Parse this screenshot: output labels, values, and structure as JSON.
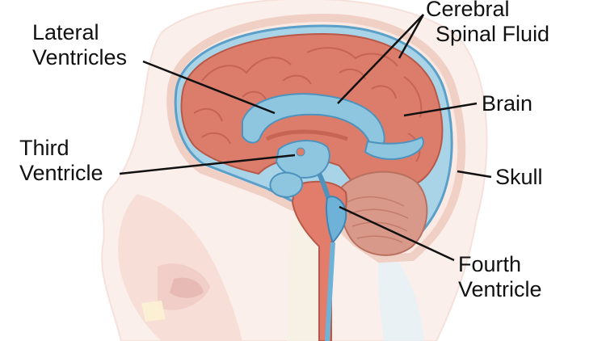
{
  "labels": {
    "lateral_ventricles": [
      "Lateral",
      "Ventricles"
    ],
    "cerebral_spinal_fluid": [
      "Cerebral",
      "Spinal Fluid"
    ],
    "brain": "Brain",
    "third_ventricle": [
      "Third",
      "Ventricle"
    ],
    "skull": "Skull",
    "fourth_ventricle": [
      "Fourth",
      "Ventricle"
    ]
  },
  "colors": {
    "brain": "#dc7c6a",
    "brain_dark": "#c25f50",
    "csf": "#8ec6e0",
    "csf_dark": "#4d93bd",
    "skull_faint": "#f6dcd3",
    "face_faint": "#f3c9bd",
    "cerebellum": "#d99a86",
    "brainstem": "#e07b6b",
    "leader_line": "#111111"
  }
}
